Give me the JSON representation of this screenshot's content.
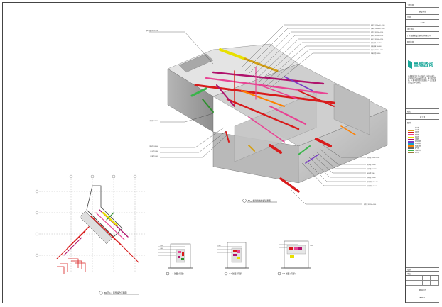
{
  "captions": {
    "main_view": "B1_..模拟管线综合轴测图",
    "plan_view": "B1层-1.1 局部综合平面图",
    "section_1": "1-1 剖面 (局部)",
    "section_2": "2-2 剖面 (局部)",
    "section_3": "3-3 剖面 (局部)",
    "top_note": "通风管道 DN150 -4.8"
  },
  "title_block": {
    "project": "工程名称",
    "client": "建设单位",
    "scale_label": "比例",
    "scale_value": "1:100",
    "designer": "设计单位",
    "designer_name": "广东省建筑设计研究院有限公司",
    "drawing_label": "图纸名称",
    "brand": "墨城咨询",
    "notes": "1. 本图标注尺寸以毫米计，标高以米计。2. 管线综合以BIM模型为准，施工前需复核。3. 图中管线颜色见图例。4. 设计变更须经设计单位确认。",
    "stage_label": "阶段",
    "stage_value": "施工图",
    "drawn_label": "绘制",
    "checked_label": "审核",
    "legend_title": "图例",
    "sheet_title": "管线综合",
    "sheet_no": "BIM-01"
  },
  "legend": [
    {
      "label": "给水管",
      "color": "#2d8f2d"
    },
    {
      "label": "排水管",
      "color": "#d4a017"
    },
    {
      "label": "消防管",
      "color": "#d81b1b"
    },
    {
      "label": "喷淋管",
      "color": "#e84393"
    },
    {
      "label": "通风管",
      "color": "#e8e000"
    },
    {
      "label": "排烟管",
      "color": "#b0126c"
    },
    {
      "label": "强电桥架",
      "color": "#7a3cc7"
    },
    {
      "label": "弱电桥架",
      "color": "#18a0c8"
    },
    {
      "label": "空调水管",
      "color": "#ff7f00"
    },
    {
      "label": "燃气管",
      "color": "#666666"
    },
    {
      "label": "冷凝水管",
      "color": "#39b54a"
    },
    {
      "label": "雨水管",
      "color": "#9e7b3c"
    }
  ],
  "colors": {
    "fire": "#d81b1b",
    "sprinkler": "#e84393",
    "smoke": "#b0126c",
    "vent": "#e8e000",
    "water": "#2d8f2d",
    "drain": "#d4a017",
    "concrete": "#c8c8c8",
    "brand": "#1aa89a"
  }
}
